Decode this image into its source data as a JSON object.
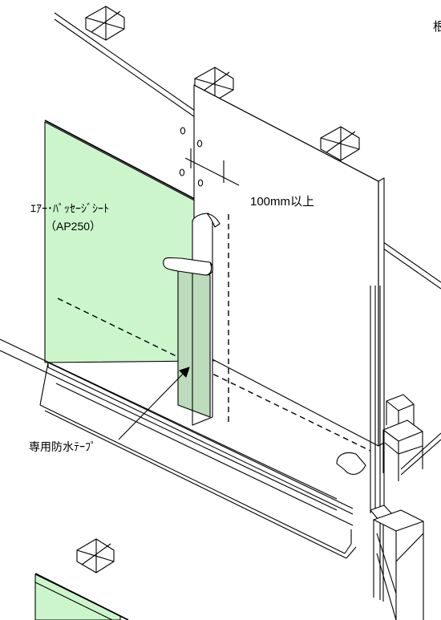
{
  "labels": {
    "dimension": "100mm以上",
    "sheet_name": "ｴｱｰ･ﾊﾟｯｾｰｼﾞｼｰﾄ",
    "sheet_model": "（AP250）",
    "tape": "専用防水ﾃｰﾌﾟ",
    "cropped_char": "根"
  },
  "colors": {
    "sheet_fill": "#ccf5cc",
    "tape_fill": "#bcdcbc",
    "line": "#000000"
  }
}
